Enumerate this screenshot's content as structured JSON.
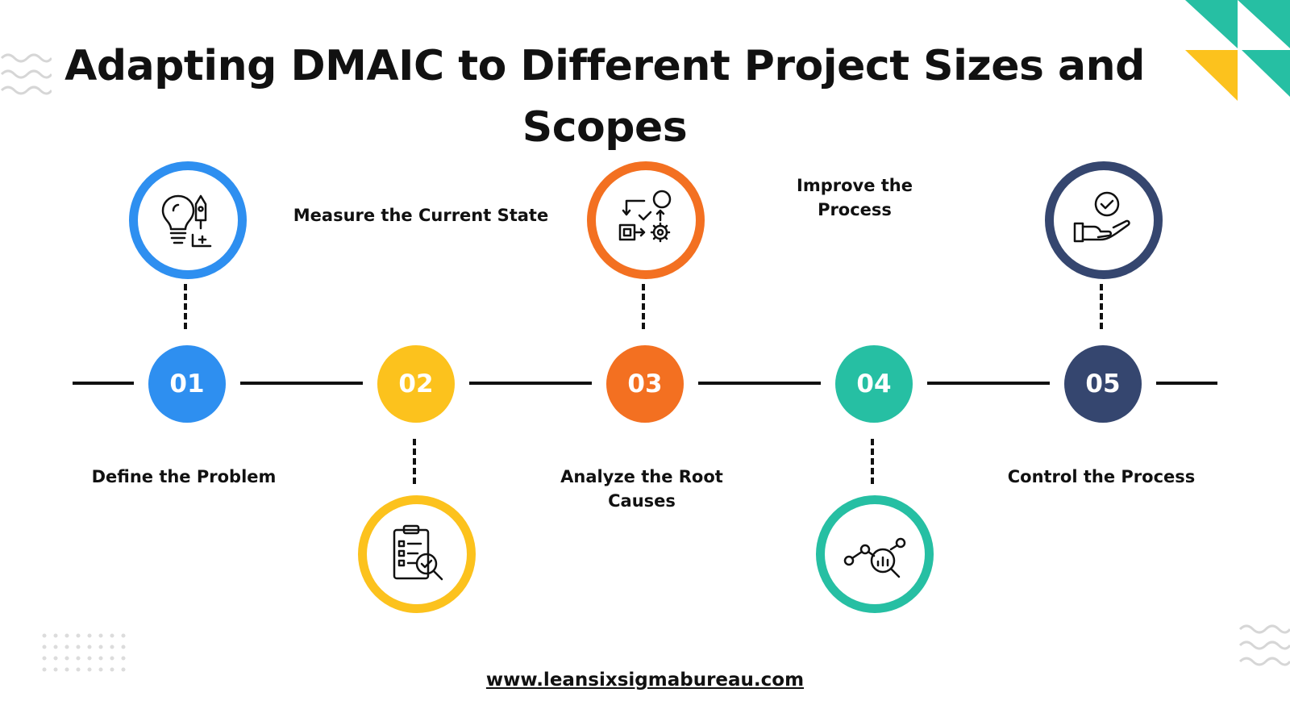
{
  "title": {
    "line1": "Adapting DMAIC to Different Project Sizes and",
    "line2": "Scopes"
  },
  "colors": {
    "step1": "#2e8ff0",
    "step2": "#fcc21d",
    "step3": "#f37021",
    "step4": "#26bfa3",
    "step5": "#35466f",
    "deco_teal": "#26bfa3",
    "deco_yellow": "#fcc21d"
  },
  "steps": [
    {
      "number": "01",
      "label": "Define the Problem",
      "icon": "lightbulb-pen-icon"
    },
    {
      "number": "02",
      "label": "Measure the Current State",
      "icon": "clipboard-search-icon"
    },
    {
      "number": "03",
      "label": "Analyze the Root Causes",
      "icon": "process-flow-icon"
    },
    {
      "number": "04",
      "label": "Improve the Process",
      "icon": "analytics-magnifier-icon"
    },
    {
      "number": "05",
      "label": "Control the Process",
      "icon": "hand-check-icon"
    }
  ],
  "footer": {
    "url": "www.leansixsigmabureau.com"
  }
}
